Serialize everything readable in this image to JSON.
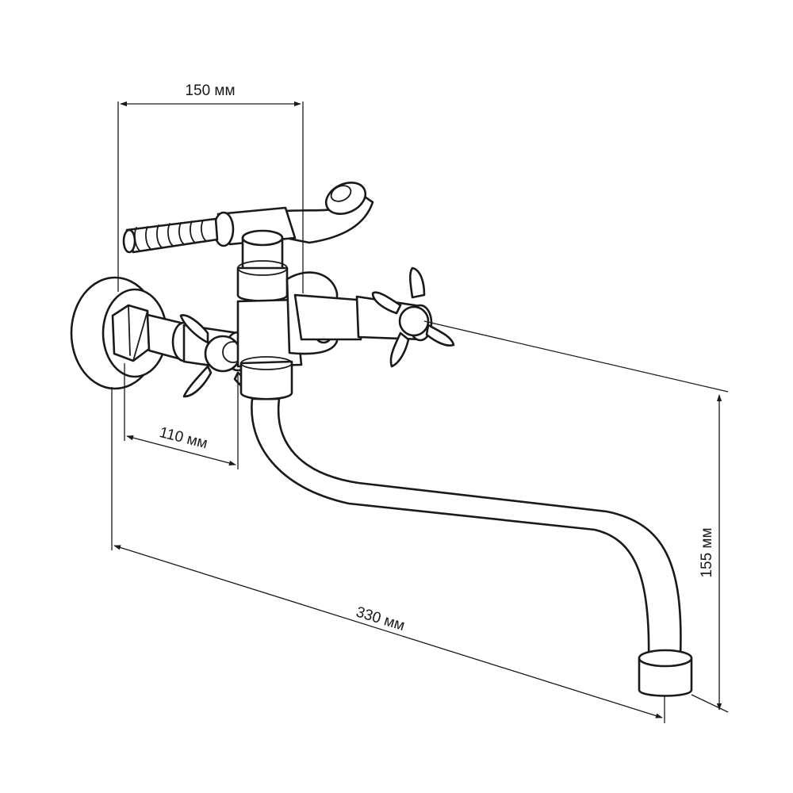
{
  "dimensions": {
    "width_top": "150 мм",
    "eccentric": "110 мм",
    "spout_length": "330 мм",
    "spout_height": "155 мм"
  },
  "colors": {
    "line": "#1a1a1a",
    "background": "#ffffff"
  }
}
